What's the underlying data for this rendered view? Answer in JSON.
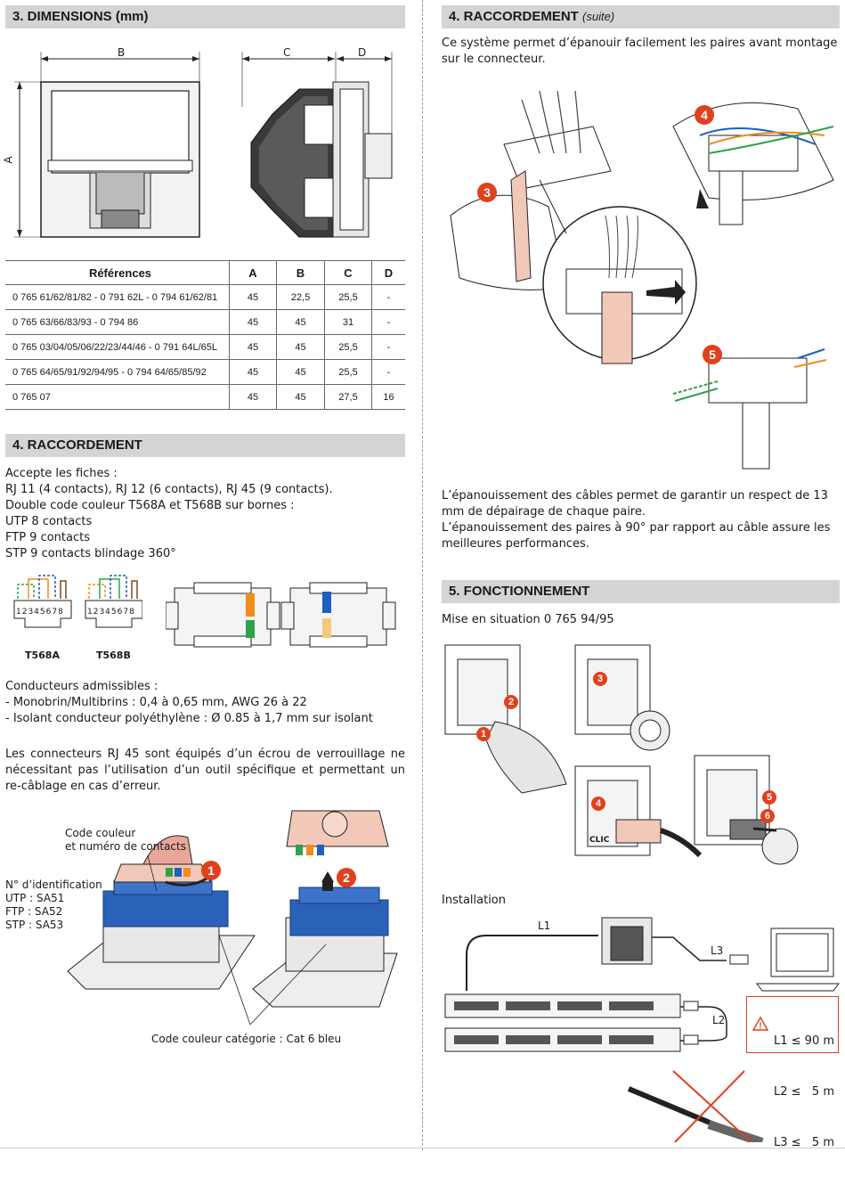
{
  "left": {
    "dimensions": {
      "header": "3. DIMENSIONS (mm)",
      "labels": {
        "a": "A",
        "b": "B",
        "c": "C",
        "d": "D"
      },
      "table": {
        "headers": [
          "Références",
          "A",
          "B",
          "C",
          "D"
        ],
        "rows": [
          [
            "0 765 61/62/81/82 - 0 791 62L - 0 794 61/62/81",
            "45",
            "22,5",
            "25,5",
            "-"
          ],
          [
            "0 765 63/66/83/93 - 0 794 86",
            "45",
            "45",
            "31",
            "-"
          ],
          [
            "0 765 03/04/05/06/22/23/44/46 - 0 791 64L/65L",
            "45",
            "45",
            "25,5",
            "-"
          ],
          [
            "0 765 64/65/91/92/94/95 - 0 794 64/65/85/92",
            "45",
            "45",
            "25,5",
            "-"
          ],
          [
            "0 765 07",
            "45",
            "45",
            "27,5",
            "16"
          ]
        ]
      }
    },
    "raccordement": {
      "header": "4. RACCORDEMENT",
      "fiches_title": "Accepte les fiches :",
      "fiches_list": "RJ 11 (4 contacts), RJ 12 (6 contacts), RJ 45 (9 contacts).",
      "double_code": "Double code couleur T568A et T568B sur bornes :",
      "utp": "UTP 8 contacts",
      "ftp": "FTP 9 contacts",
      "stp": "STP 9 contacts blindage 360°",
      "t568a": "T568A",
      "t568b": "T568B",
      "pin_numbers": "12345678",
      "conducteurs_title": "Conducteurs admissibles :",
      "conducteurs_1": "- Monobrin/Multibrins : 0,4 à 0,65 mm, AWG 26 à 22",
      "conducteurs_2": "- Isolant conducteur polyéthylène : Ø 0.85 à 1,7 mm sur isolant",
      "ecrou_text": "Les connecteurs RJ 45 sont équipés d’un écrou de verrouillage ne nécessitant pas l’utilisation d’un outil spécifique et permettant un re-câblage en cas d’erreur.",
      "code_couleur_label_1": "Code couleur",
      "code_couleur_label_2": "et numéro de contacts",
      "ident_title": "N° d’identification",
      "ident_utp": "UTP : SA51",
      "ident_ftp": "FTP : SA52",
      "ident_stp": "STP : SA53",
      "cat6_label": "Code couleur catégorie : Cat 6 bleu",
      "callout_1": "1",
      "callout_2": "2"
    }
  },
  "right": {
    "raccordement_suite": {
      "header": "4. RACCORDEMENT",
      "header_suffix": "(suite)",
      "intro": "Ce système permet d’épanouir facilement les paires avant montage sur le connecteur.",
      "callout_3": "3",
      "callout_4": "4",
      "callout_5": "5",
      "para_1": "L’épanouissement des câbles permet de garantir un respect de 13 mm de dépairage de chaque paire.",
      "para_2": "L’épanouissement des paires à 90° par rapport au câble assure les meilleures performances."
    },
    "fonctionnement": {
      "header": "5. FONCTIONNEMENT",
      "mise_en_situation": "Mise en situation 0 765 94/95",
      "callouts": [
        "1",
        "2",
        "3",
        "4",
        "5",
        "6"
      ],
      "clic": "CLIC",
      "installation": "Installation",
      "l1": "L1",
      "l2": "L2",
      "l3": "L3",
      "limits": [
        "L1 ≤ 90 m",
        "L2 ≤   5 m",
        "L3 ≤   5 m"
      ]
    }
  },
  "colors": {
    "header_bg": "#d4d4d4",
    "callout": "#e1401d",
    "connector_blue": "#2a62b8",
    "connector_pink": "#f2c8b8"
  }
}
